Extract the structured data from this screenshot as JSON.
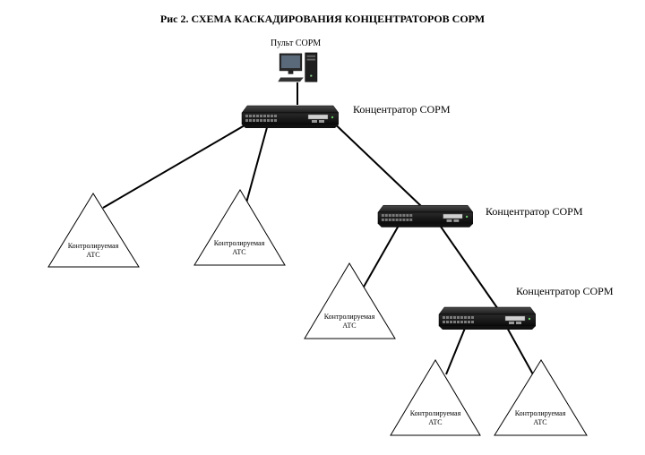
{
  "title": "Рис 2. СХЕМА КАСКАДИРОВАНИЯ КОНЦЕНТРАТОРОВ СОРМ",
  "console": {
    "label": "Пульт СОРМ",
    "icon": "desktop-computer-icon"
  },
  "hubs": [
    {
      "label": "Концентратор  СОРМ",
      "icon": "network-switch-icon"
    },
    {
      "label": "Концентратор  СОРМ",
      "icon": "network-switch-icon"
    },
    {
      "label": "Концентратор  СОРМ",
      "icon": "network-switch-icon"
    }
  ],
  "stations": [
    {
      "line1": "Контролируемая",
      "line2": "АТС"
    },
    {
      "line1": "Контролируемая",
      "line2": "АТС"
    },
    {
      "line1": "Контролируемая",
      "line2": "АТС"
    },
    {
      "line1": "Контролируемая",
      "line2": "АТС"
    },
    {
      "line1": "Контролируемая",
      "line2": "АТС"
    }
  ]
}
